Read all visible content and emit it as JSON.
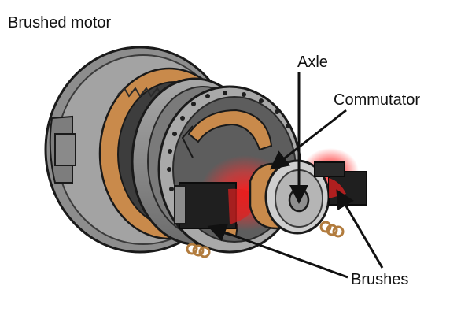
{
  "title": "Brushed motor",
  "labels": {
    "axle": "Axle",
    "commutator": "Commutator",
    "brushes": "Brushes"
  },
  "colors": {
    "casing": "#9b9b9b",
    "casing_dark": "#5f5f5f",
    "copper": "#c98a4b",
    "brush": "#1f1f1f",
    "glow": "#ff2a2a",
    "outline": "#1a1a1a"
  }
}
